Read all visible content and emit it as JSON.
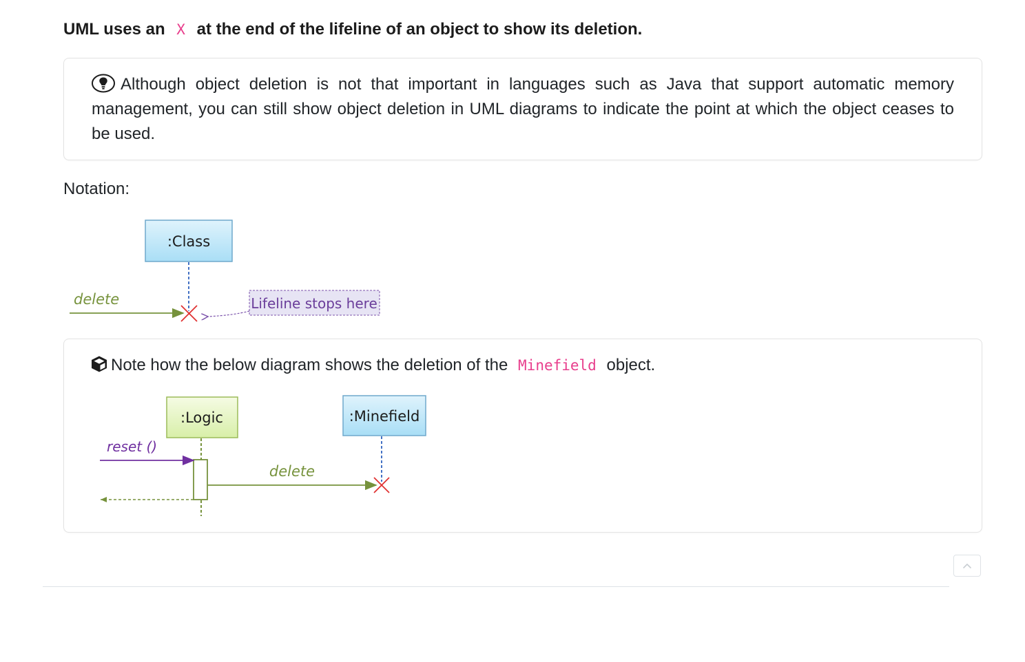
{
  "heading": {
    "before": "UML uses an",
    "code": "X",
    "after": "at the end of the lifeline of an object to show its deletion."
  },
  "tip": {
    "icon": "lightbulb-icon",
    "text": "Although object deletion is not that important in languages such as Java that support automatic memory management, you can still show object deletion in UML diagrams to indicate the point at which the object ceases to be used."
  },
  "notation_label": "Notation:",
  "notation_diagram": {
    "object_label": ":Class",
    "message_label": "delete",
    "callout_label": "Lifeline stops here"
  },
  "example": {
    "icon": "cube-icon",
    "text_before": "Note how the below diagram shows the deletion of the",
    "code": "Minefield",
    "text_after": "object.",
    "diagram": {
      "object1_label": ":Logic",
      "object2_label": ":Minefield",
      "incoming_message": "reset ()",
      "delete_message": "delete"
    }
  },
  "back_to_top": {
    "icon": "chevron-up-icon"
  },
  "colors": {
    "code_pink": "#e83e8c",
    "lifeline_blue": "#4472c4",
    "delete_red": "#e03030",
    "message_green": "#76923c",
    "reset_purple": "#7030a0"
  }
}
